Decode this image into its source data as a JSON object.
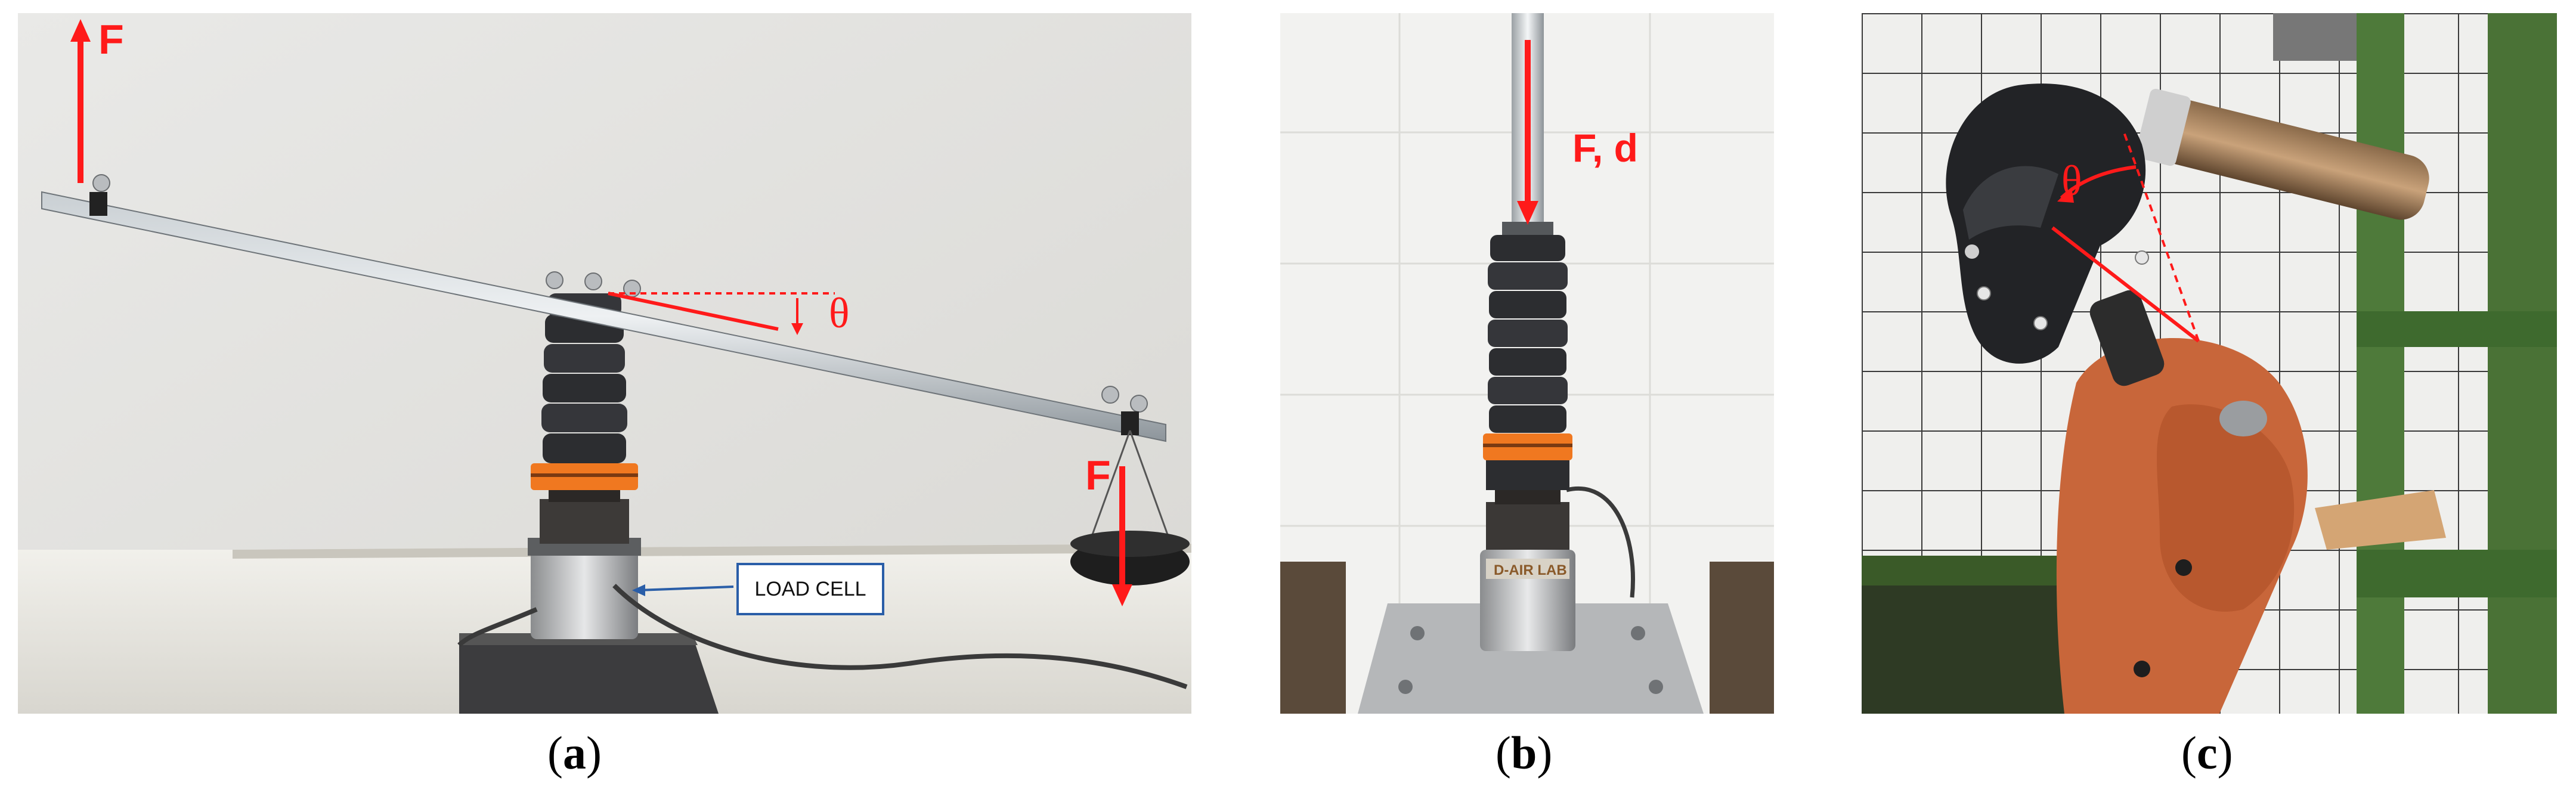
{
  "captions": {
    "a": {
      "open": "(",
      "letter": "a",
      "close": ")"
    },
    "b": {
      "open": "(",
      "letter": "b",
      "close": ")"
    },
    "c": {
      "open": "(",
      "letter": "c",
      "close": ")"
    }
  },
  "panel_a": {
    "force_top_label": "F",
    "force_right_label": "F",
    "angle_label": "θ",
    "load_cell_label": "LOAD CELL"
  },
  "panel_b": {
    "force_label": "F, d",
    "plate_text": "D-AIR LAB"
  },
  "panel_c": {
    "angle_label": "θ"
  },
  "colors": {
    "annotation_red": "#ff1a1a",
    "load_cell_box_border": "#2a5ea8",
    "rubber_orange": "#f07820",
    "dummy_orange": "#c8663a"
  }
}
